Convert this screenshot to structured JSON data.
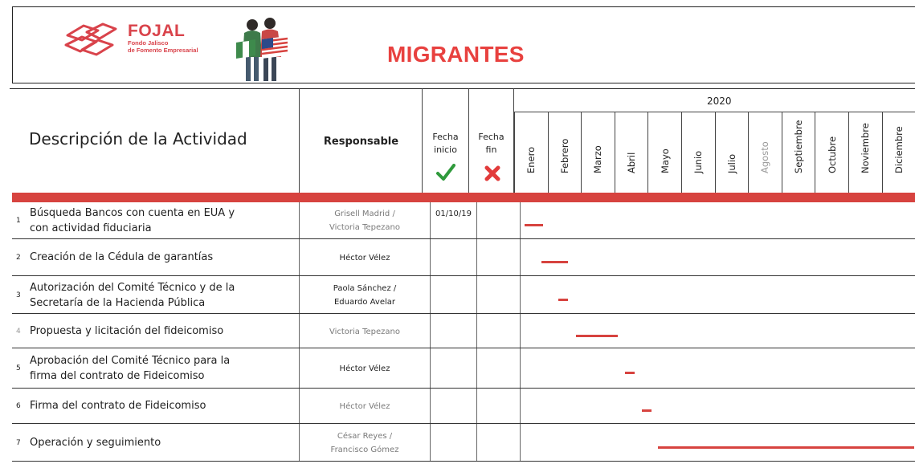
{
  "header": {
    "logo_name": "FOJAL",
    "logo_sub_line1": "Fondo Jalisco",
    "logo_sub_line2": "de Fomento Empresarial",
    "title": "MIGRANTES",
    "brand_color": "#e8413f"
  },
  "columns": {
    "description": "Descripción de la Actividad",
    "responsible": "Responsable",
    "start_line1": "Fecha",
    "start_line2": "inicio",
    "end_line1": "Fecha",
    "end_line2": "fin",
    "start_icon": "check-icon",
    "end_icon": "cross-icon",
    "year": "2020",
    "months": [
      "Enero",
      "Febrero",
      "Marzo",
      "Abril",
      "Mayo",
      "Junio",
      "Julio",
      "Agosto",
      "Septiembre",
      "Octubre",
      "Noviembre",
      "Diciembre"
    ]
  },
  "tasks": [
    {
      "num": "1",
      "desc_line1": "Búsqueda Bancos con cuenta en EUA y",
      "desc_line2": "con actividad fiduciaria",
      "resp_line1": "Grisell Madrid /",
      "resp_line2": "Victoria Tepezano",
      "start": "01/10/19",
      "end": "",
      "bar_start_month": 0.0,
      "bar_end_month": 0.55
    },
    {
      "num": "2",
      "desc_line1": "Creación de la Cédula de garantías",
      "desc_line2": "",
      "resp_line1": "Héctor Vélez",
      "resp_line2": "",
      "start": "",
      "end": "",
      "bar_start_month": 0.5,
      "bar_end_month": 1.3
    },
    {
      "num": "3",
      "desc_line1": "Autorización del Comité Técnico y de la",
      "desc_line2": "Secretaría de la Hacienda Pública",
      "resp_line1": "Paola Sánchez /",
      "resp_line2": "Eduardo Avelar",
      "start": "",
      "end": "",
      "bar_start_month": 1.0,
      "bar_end_month": 1.3
    },
    {
      "num": "4",
      "desc_line1": "Propuesta y licitación del fideicomiso",
      "desc_line2": "",
      "resp_line1": "Victoria Tepezano",
      "resp_line2": "",
      "start": "",
      "end": "",
      "bar_start_month": 1.55,
      "bar_end_month": 2.8
    },
    {
      "num": "5",
      "desc_line1": "Aprobación del Comité Técnico para la",
      "desc_line2": "firma del contrato de Fideicomiso",
      "resp_line1": "Héctor Vélez",
      "resp_line2": "",
      "start": "",
      "end": "",
      "bar_start_month": 3.0,
      "bar_end_month": 3.3
    },
    {
      "num": "6",
      "desc_line1": "Firma del contrato de Fideicomiso",
      "desc_line2": "",
      "resp_line1": "Héctor Vélez",
      "resp_line2": "",
      "start": "",
      "end": "",
      "bar_start_month": 3.5,
      "bar_end_month": 3.8
    },
    {
      "num": "7",
      "desc_line1": "Operación y seguimiento",
      "desc_line2": "",
      "resp_line1": "César Reyes /",
      "resp_line2": "Francisco Gómez",
      "start": "",
      "end": "",
      "bar_start_month": 4.0,
      "bar_end_month": 12.0
    }
  ]
}
